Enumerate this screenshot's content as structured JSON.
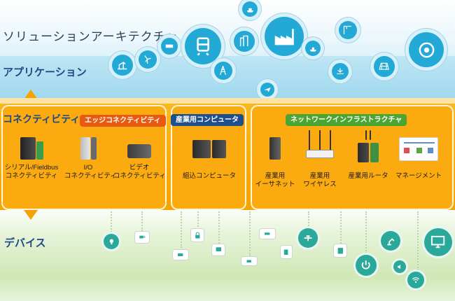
{
  "title": "ソリューションアーキテクチャ",
  "layers": {
    "application": "アプリケーション",
    "connectivity": "コネクティビティ",
    "devices": "デバイス"
  },
  "groups": {
    "edge": "エッジコネクティビティ",
    "industrial_computer": "産業用コンピュータ",
    "network": "ネットワークインフラストラクチャ"
  },
  "products": {
    "serial": [
      "シリアル/Fieldbus",
      "コネクティビティ"
    ],
    "io": [
      "I/O",
      "コネクティビティ"
    ],
    "video": [
      "ビデオ",
      "コネクティビティ"
    ],
    "embedded": [
      "組込コンピュータ"
    ],
    "ethernet": [
      "産業用",
      "イーサネット"
    ],
    "wireless": [
      "産業用",
      "ワイヤレス"
    ],
    "router": [
      "産業用ルータ"
    ],
    "management": [
      "マネージメント"
    ]
  },
  "colors": {
    "band": "#f5a300",
    "edge_tag": "#e85a10",
    "industrial_tag": "#1d4f8c",
    "network_tag": "#4aa532",
    "cloud": "#23a9d6",
    "device": "#2aa89a"
  },
  "icons": {
    "application": [
      "ship-icon",
      "oil-pump-icon",
      "wind-turbine-icon",
      "train-car-icon",
      "train-icon",
      "tower-icon",
      "building-icon",
      "factory-icon",
      "ship-icon",
      "crane-icon",
      "plane-icon",
      "solar-panel-icon",
      "globe-gear-icon",
      "fountain-icon",
      "power-tower-icon"
    ],
    "devices": [
      "lightbulb-icon",
      "camera-icon",
      "lock-icon",
      "bus-icon",
      "display-icon",
      "valve-icon",
      "power-icon",
      "robot-arm-icon",
      "monitor-icon",
      "wifi-icon"
    ]
  }
}
